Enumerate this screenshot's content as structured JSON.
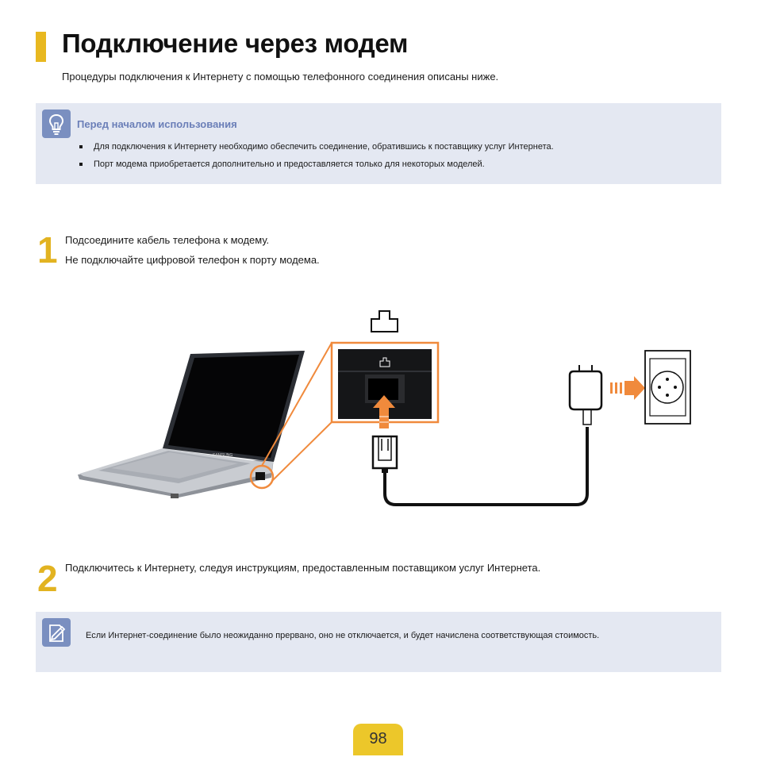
{
  "header": {
    "title": "Подключение через модем",
    "intro": "Процедуры подключения к Интернету с помощью телефонного соединения описаны ниже."
  },
  "before_use": {
    "icon": "lightbulb-icon",
    "title": "Перед началом использования",
    "items": [
      "Для подключения к Интернету необходимо обеспечить соединение, обратившись к поставщику услуг Интернета.",
      "Порт модема приобретается дополнительно и предоставляется только для некоторых моделей."
    ]
  },
  "steps": [
    {
      "number": "1",
      "lines": [
        "Подсоедините кабель телефона к модему.",
        "Не подключайте цифровой телефон к порту модема."
      ]
    },
    {
      "number": "2",
      "lines": [
        "Подключитесь к Интернету, следуя инструкциям, предоставленным поставщиком услуг Интернета."
      ]
    }
  ],
  "illustration": {
    "laptop_brand": "SAMSUNG",
    "icons": [
      "laptop-image",
      "modem-port-icon",
      "telephone-cable-icon",
      "wall-socket-icon"
    ],
    "accent_color": "#f08a3c"
  },
  "note": {
    "icon": "pencil-note-icon",
    "text": "Если Интернет-соединение было неожиданно прервано, оно не отключается, и будет начислена соответствующая стоимость."
  },
  "footer": {
    "page_number": "98"
  },
  "colors": {
    "title_bar": "#e8b820",
    "box_background": "#e4e8f2",
    "box_title": "#6b7fb8",
    "step_number": "#e2b321",
    "page_badge": "#ecc72a"
  }
}
